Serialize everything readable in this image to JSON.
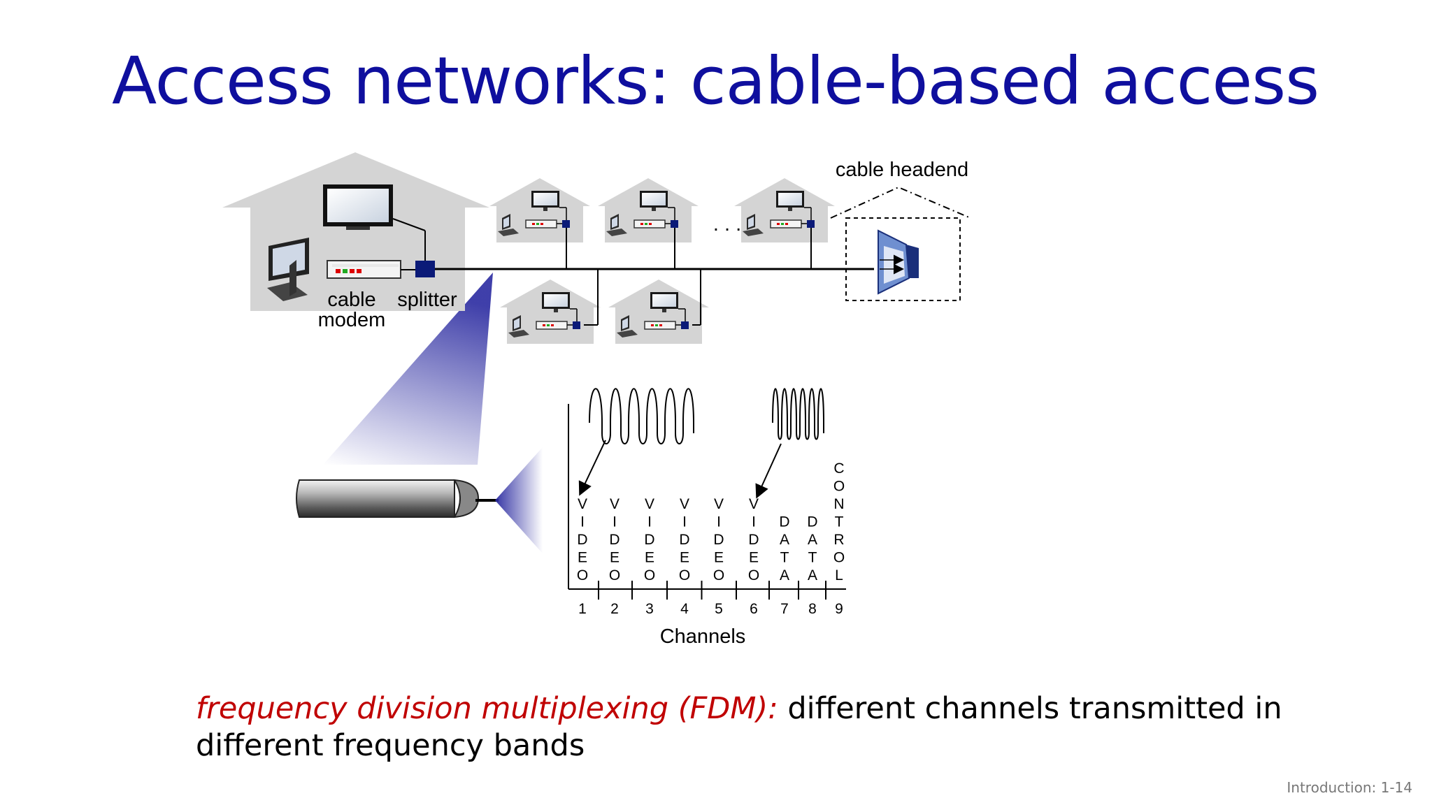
{
  "slide": {
    "title": "Access networks: cable-based access",
    "footer": "Introduction: 1-14"
  },
  "diagram": {
    "labels": {
      "cable_modem_line1": "cable",
      "cable_modem_line2": "modem",
      "splitter": "splitter",
      "headend": "cable headend",
      "ellipsis": ". . .",
      "channels_axis": "Channels"
    },
    "channels": [
      {
        "number": "1",
        "label": "VIDEO"
      },
      {
        "number": "2",
        "label": "VIDEO"
      },
      {
        "number": "3",
        "label": "VIDEO"
      },
      {
        "number": "4",
        "label": "VIDEO"
      },
      {
        "number": "5",
        "label": "VIDEO"
      },
      {
        "number": "6",
        "label": "VIDEO"
      },
      {
        "number": "7",
        "label": "DATA"
      },
      {
        "number": "8",
        "label": "DATA"
      },
      {
        "number": "9",
        "label": "CONTROL"
      }
    ]
  },
  "caption": {
    "term": "frequency division multiplexing (FDM):",
    "text": " different channels transmitted in different frequency bands"
  },
  "colors": {
    "title": "#0f0f9e",
    "term": "#c00000",
    "house": "#d4d4d4",
    "splitter": "#0b1a78",
    "beam": "#2a2aa0"
  }
}
